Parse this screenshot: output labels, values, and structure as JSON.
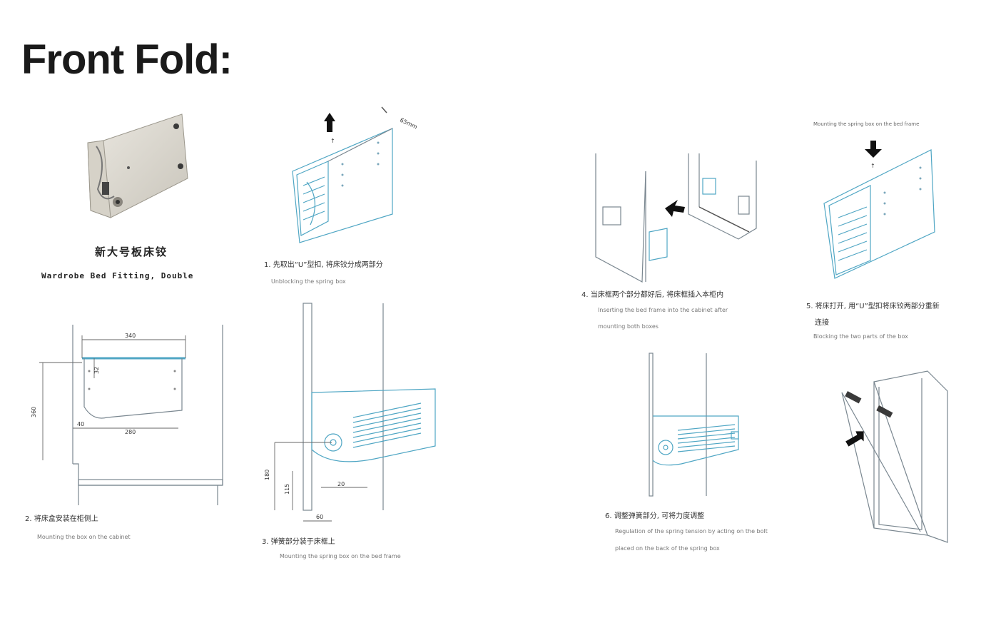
{
  "title": "Front Fold:",
  "product": {
    "name_cn": "新大号板床铰",
    "name_en": "Wardrobe Bed Fitting, Double"
  },
  "steps": [
    {
      "num": "1.",
      "cn": "先取出“U”型扣, 将床铰分成两部分",
      "en": "Unblocking the spring box"
    },
    {
      "num": "2.",
      "cn": "将床盒安装在柜侧上",
      "en": "Mounting the box on the cabinet"
    },
    {
      "num": "3.",
      "cn": "弹簧部分装于床框上",
      "en": "Mounting the spring box on the bed frame"
    },
    {
      "num": "4.",
      "cn": "当床框两个部分都好后, 将床框插入本柜内",
      "en_line1": "Inserting the bed frame into the cabinet after",
      "en_line2": "mounting both boxes"
    },
    {
      "num": "5.",
      "cn_line1": "将床打开, 用“U”型扣将床铰两部分重新",
      "cn_line2": "连接",
      "en": "Blocking the two parts of the box"
    },
    {
      "num": "6.",
      "cn": "调整弹簧部分, 可将力度调整",
      "en_line1": "Regulation of the spring tension by acting on the bolt",
      "en_line2": "placed on the back of the spring box"
    }
  ],
  "top_right_note": "Mounting the spring box on the bed frame",
  "dimensions": {
    "width_top": "340",
    "height_left": "360",
    "inner_v": "32",
    "bottom_left": "40",
    "bottom_right": "280",
    "s3_h1": "180",
    "s3_h2": "115",
    "s3_w": "20",
    "s3_bottom": "60",
    "clearance": "65mm"
  }
}
